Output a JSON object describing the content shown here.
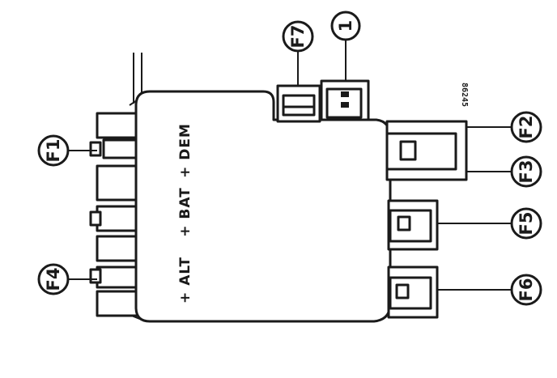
{
  "diagram": {
    "callouts": {
      "c1": "1",
      "f1": "F1",
      "f2": "F2",
      "f3": "F3",
      "f4": "F4",
      "f5": "F5",
      "f6": "F6",
      "f7": "F7"
    },
    "terminal_labels": {
      "dem": "+ DEM",
      "bat": "+ BAT",
      "alt": "+ ALT"
    },
    "reference_code": "86245",
    "colors": {
      "line": "#1a1a1a",
      "background": "#ffffff"
    }
  }
}
